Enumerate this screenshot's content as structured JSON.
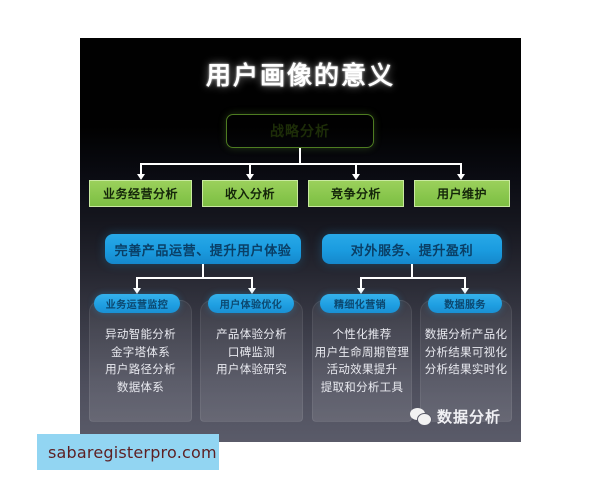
{
  "slide": {
    "title": "用户画像的意义",
    "background_top_color": "#010101",
    "background_bottom_color": "#5a5b69"
  },
  "strategy": {
    "label": "战略分析",
    "color": "#8ac94e"
  },
  "analysis_row": {
    "items": [
      {
        "label": "业务经营分析"
      },
      {
        "label": "收入分析"
      },
      {
        "label": "竞争分析"
      },
      {
        "label": "用户维护"
      }
    ],
    "color": "#88c64c"
  },
  "goal_row": {
    "items": [
      {
        "label": "完善产品运营、提升用户体验"
      },
      {
        "label": "对外服务、提升盈利"
      }
    ],
    "color": "#1a9bdf"
  },
  "columns": [
    {
      "header": "业务运营监控",
      "items": [
        "异动智能分析",
        "金字塔体系",
        "用户路径分析",
        "数据体系"
      ]
    },
    {
      "header": "用户体验优化",
      "items": [
        "产品体验分析",
        "口碑监测",
        "用户体验研究"
      ]
    },
    {
      "header": "精细化营销",
      "items": [
        "个性化推荐",
        "用户生命周期管理",
        "活动效果提升",
        "提取和分析工具"
      ]
    },
    {
      "header": "数据服务",
      "items": [
        "数据分析产品化",
        "分析结果可视化",
        "分析结果实时化"
      ]
    }
  ],
  "badge": {
    "icon": "wechat-icon",
    "label": "数据分析"
  },
  "watermark": {
    "text": "sabaregisterpro.com",
    "band_color": "#92d5f2",
    "text_color": "#5d1f22"
  }
}
